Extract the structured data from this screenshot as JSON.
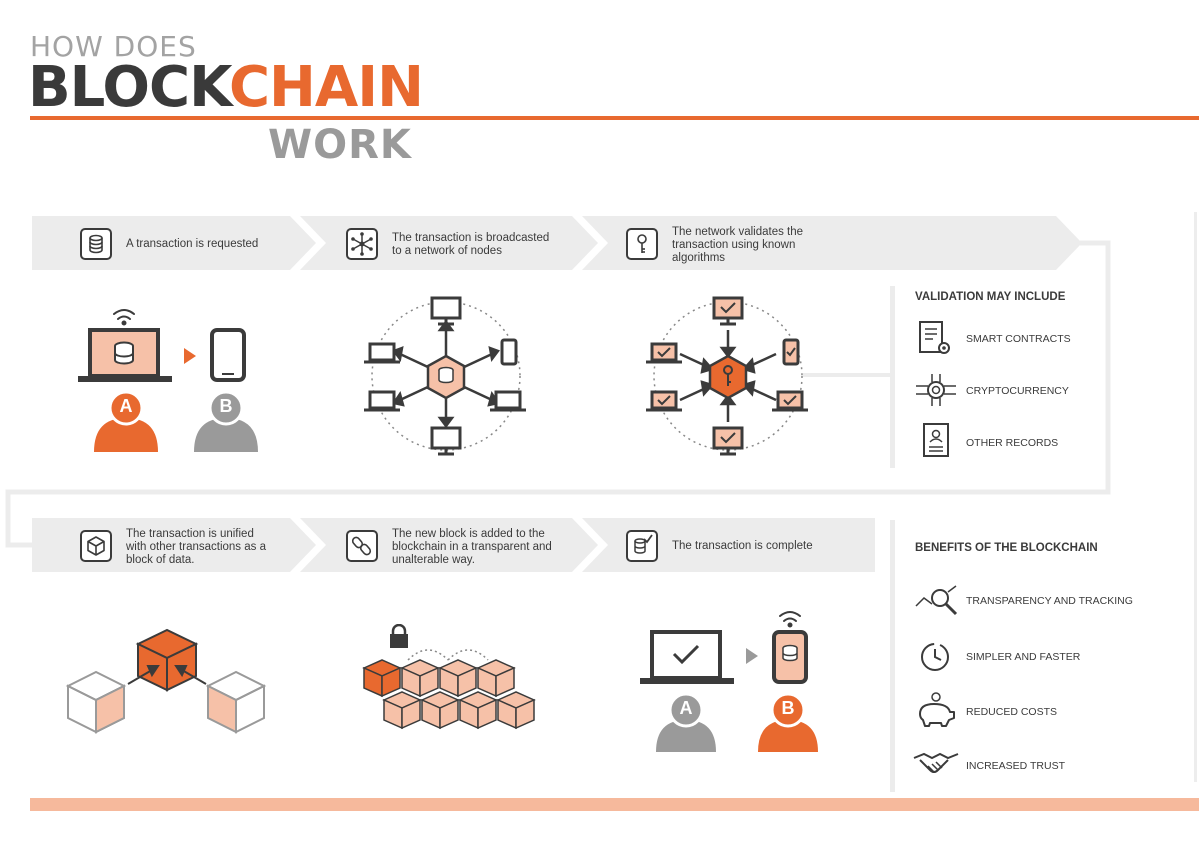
{
  "title": {
    "line1": "HOW DOES",
    "line2_dark": "BLOCK",
    "line2_orange": "CHAIN",
    "line3": "WORK"
  },
  "steps": [
    {
      "text": "A transaction is requested",
      "icon": "database-icon"
    },
    {
      "text": "The transaction is broadcasted to a network of nodes",
      "icon": "network-icon"
    },
    {
      "text": "The network validates the transaction using known algorithms",
      "icon": "key-icon"
    },
    {
      "text": "The transaction is unified with other transactions as a block of data.",
      "icon": "cube-icon"
    },
    {
      "text": "The new block is added to the blockchain in a transparent and unalterable way.",
      "icon": "chain-link-icon"
    },
    {
      "text": "The transaction is complete",
      "icon": "database-check-icon"
    }
  ],
  "users": {
    "a": "A",
    "b": "B"
  },
  "validation": {
    "title": "VALIDATION MAY INCLUDE",
    "items": [
      "SMART CONTRACTS",
      "CRYPTOCURRENCY",
      "OTHER RECORDS"
    ]
  },
  "benefits": {
    "title": "BENEFITS OF THE BLOCKCHAIN",
    "items": [
      "TRANSPARENCY AND TRACKING",
      "SIMPLER AND FASTER",
      "REDUCED COSTS",
      "INCREASED TRUST"
    ]
  },
  "colors": {
    "orange": "#e8692f",
    "light_orange": "#f6c1a8",
    "dark": "#3b3b3b",
    "gray": "#9a9a9a",
    "band": "#ececec"
  }
}
